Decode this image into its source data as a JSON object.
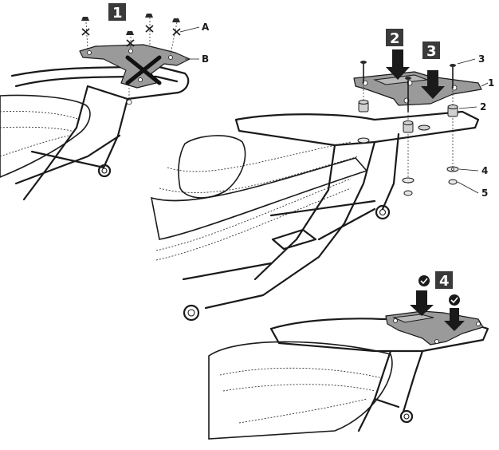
{
  "steps": [
    {
      "label": "1"
    },
    {
      "label": "2"
    },
    {
      "label": "3"
    },
    {
      "label": "4"
    }
  ],
  "callouts": {
    "a": "A",
    "b": "B",
    "p1": "1",
    "p2": "2",
    "p3": "3",
    "p4": "4",
    "p5": "5"
  },
  "colors": {
    "badge": "#3a3a3a",
    "line": "#1a1a1a",
    "plate": "#9a9a9a"
  },
  "icons": [
    "cross-mark-icon",
    "check-mark-icon",
    "down-arrow-icon"
  ]
}
